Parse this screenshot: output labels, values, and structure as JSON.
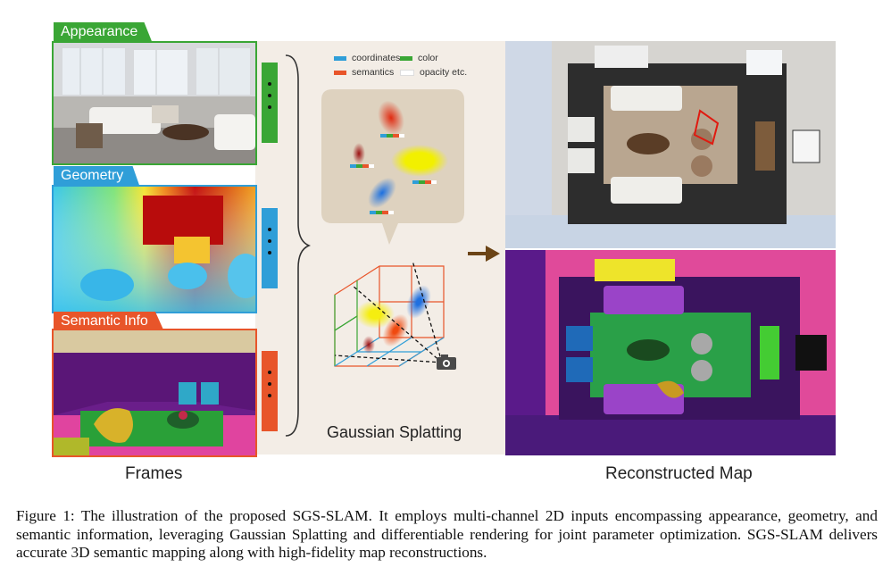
{
  "frames": {
    "appearance_label": "Appearance",
    "geometry_label": "Geometry",
    "semantic_label": "Semantic Info",
    "caption": "Frames"
  },
  "legend": {
    "coordinates": "coordinates",
    "color": "color",
    "semantics": "semantics",
    "opacity": "opacity etc."
  },
  "splatting_label": "Gaussian Splatting",
  "map_caption": "Reconstructed Map",
  "figure_caption": "Figure 1: The illustration of the proposed SGS-SLAM. It employs multi-channel 2D inputs encompassing appearance, geometry, and semantic information, leveraging Gaussian Splatting and differentiable rendering for joint parameter optimization. SGS-SLAM delivers accurate 3D semantic mapping along with high-fidelity map reconstructions.",
  "colors": {
    "appearance": "#3aa635",
    "geometry": "#2f9ed8",
    "semantic": "#e8552a",
    "coordinates": "#2f9ed8",
    "color": "#3aa635",
    "semantics": "#e8552a",
    "opacity": "#ffffff"
  }
}
